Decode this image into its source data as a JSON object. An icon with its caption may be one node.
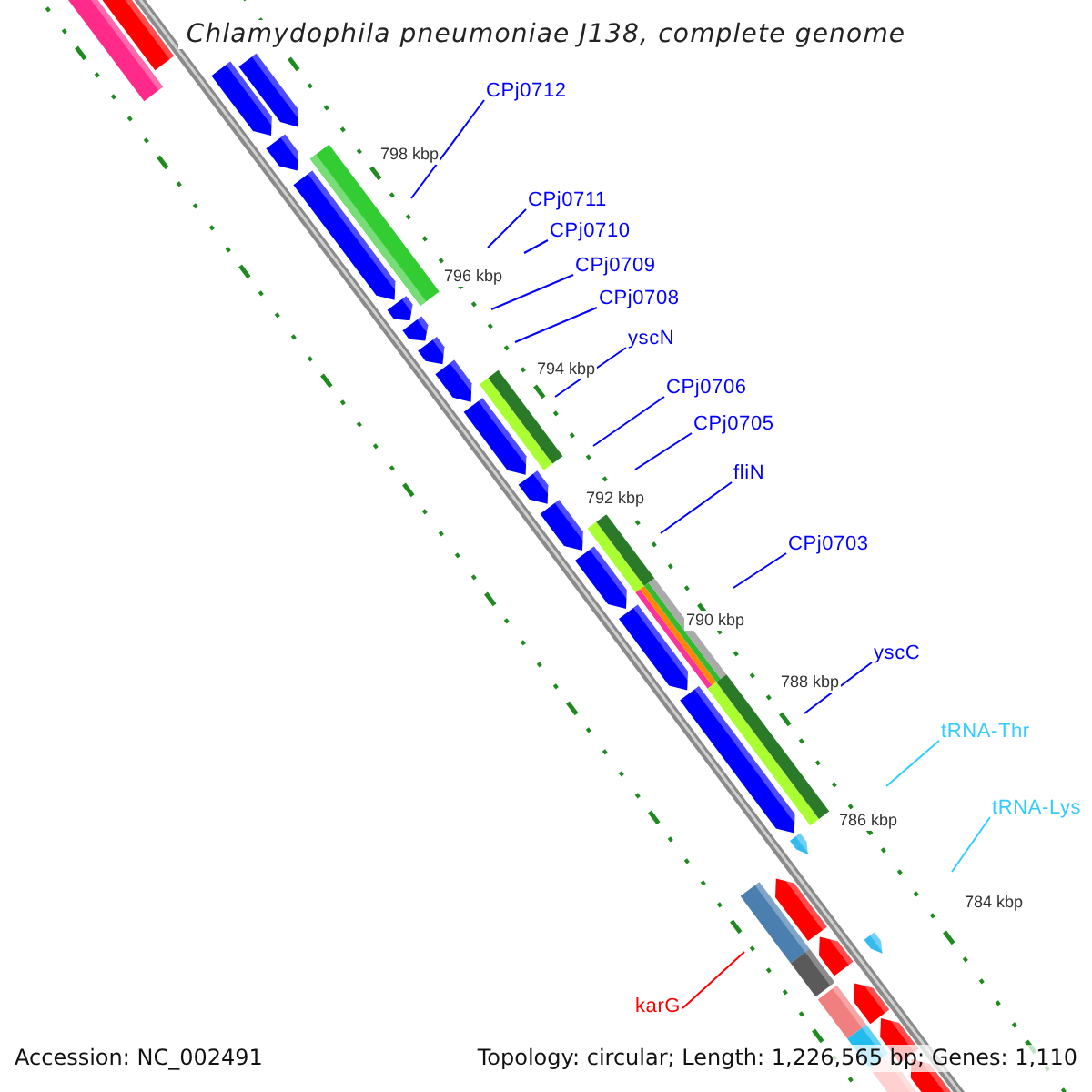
{
  "diagram": {
    "title": "Chlamydophila pneumoniae J138, complete genome",
    "nodes": [
      {
        "text": [
          "CPj0712"
        ]
      },
      {
        "text": [
          "CPj0711"
        ]
      },
      {
        "text": [
          "CPj0710"
        ]
      },
      {
        "text": [
          "CPj0709"
        ]
      },
      {
        "text": [
          "CPj0708"
        ]
      },
      {
        "text": [
          "yscN"
        ]
      },
      {
        "text": [
          "CPj0706"
        ]
      },
      {
        "text": [
          "CPj0705"
        ]
      },
      {
        "text": [
          "fliN"
        ]
      },
      {
        "text": [
          "CPj0703"
        ]
      },
      {
        "text": [
          "yscC"
        ]
      },
      {
        "text": [
          "tRNA-Thr"
        ]
      },
      {
        "text": [
          "tRNA-Lys"
        ]
      },
      {
        "text": [
          "karG"
        ]
      }
    ],
    "edges": [
      {
        "from": 0,
        "to": null,
        "arrow": "none"
      },
      {
        "from": 1,
        "to": null,
        "arrow": "none"
      },
      {
        "from": 2,
        "to": null,
        "arrow": "none"
      },
      {
        "from": 3,
        "to": null,
        "arrow": "none"
      },
      {
        "from": 4,
        "to": null,
        "arrow": "none"
      },
      {
        "from": 5,
        "to": null,
        "arrow": "none"
      },
      {
        "from": 6,
        "to": null,
        "arrow": "none"
      },
      {
        "from": 7,
        "to": null,
        "arrow": "none"
      },
      {
        "from": 8,
        "to": null,
        "arrow": "none"
      },
      {
        "from": 9,
        "to": null,
        "arrow": "none"
      },
      {
        "from": 10,
        "to": null,
        "arrow": "none"
      },
      {
        "from": 11,
        "to": null,
        "arrow": "none",
        "color": "#33ccff"
      },
      {
        "from": 12,
        "to": null,
        "arrow": "none",
        "color": "#33ccff"
      },
      {
        "from": 13,
        "to": null,
        "arrow": "none",
        "color": "#ff0000"
      }
    ],
    "labels": [
      "798 kbp",
      "796 kbp",
      "794 kbp",
      "792 kbp",
      "790 kbp",
      "788 kbp",
      "786 kbp",
      "784 kbp",
      "Accession: NC_002491",
      "Topology: circular; Length: 1,226,565 bp; Genes: 1,110"
    ]
  }
}
